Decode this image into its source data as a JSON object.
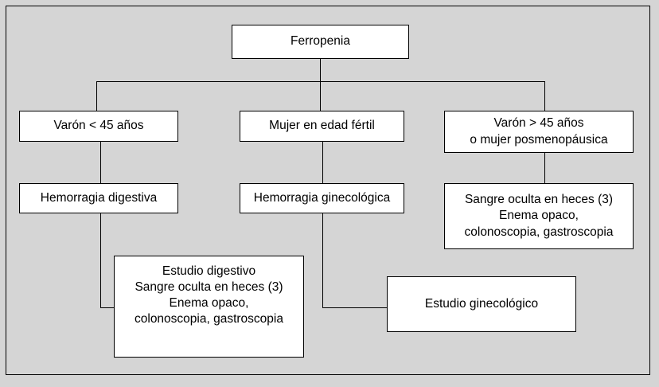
{
  "diagram": {
    "title_node": {
      "text": "Ferropenia"
    },
    "branches": [
      {
        "id": "male-under-45",
        "condition": {
          "lines": [
            "Varón < 45 años"
          ]
        },
        "finding": {
          "lines": [
            "Hemorragia digestiva"
          ]
        },
        "workup": {
          "lines": [
            "Estudio digestivo",
            "Sangre oculta en heces (3)",
            "Enema opaco,",
            "colonoscopia, gastroscopia"
          ]
        }
      },
      {
        "id": "fertile-woman",
        "condition": {
          "lines": [
            "Mujer en edad fértil"
          ]
        },
        "finding": {
          "lines": [
            "Hemorragia ginecológica"
          ]
        },
        "workup": {
          "lines": [
            "Estudio ginecológico"
          ]
        }
      },
      {
        "id": "male-over-45-or-postmenopausal",
        "condition": {
          "lines": [
            "Varón > 45 años",
            "o mujer posmenopáusica"
          ]
        },
        "finding": {
          "lines": [
            "Sangre oculta en heces (3)",
            "Enema opaco,",
            "colonoscopia, gastroscopia"
          ]
        }
      }
    ],
    "colors": {
      "background": "#d5d5d5",
      "node_fill": "#ffffff",
      "stroke": "#000000",
      "text": "#000000"
    }
  }
}
